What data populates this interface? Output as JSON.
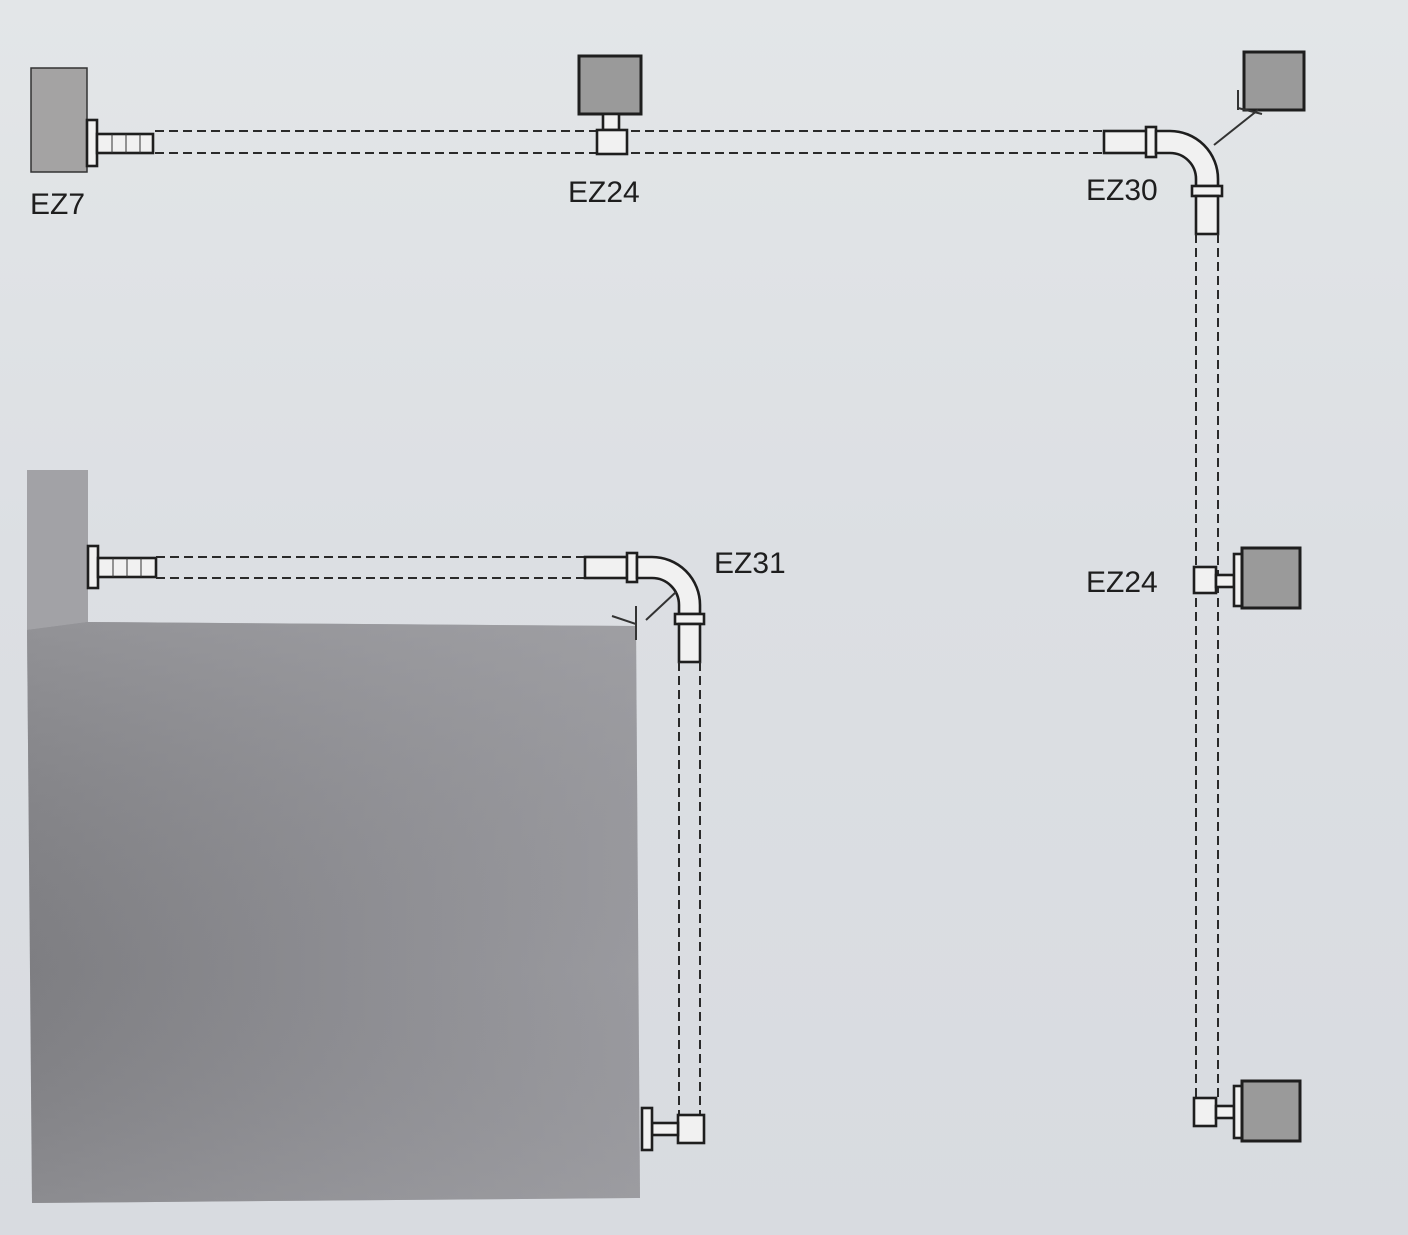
{
  "labels": {
    "ez7": "EZ7",
    "ez24_top": "EZ24",
    "ez30": "EZ30",
    "ez31": "EZ31",
    "ez24_right": "EZ24"
  },
  "colors": {
    "background": "#dfe2e5",
    "panel": "#8f8f93",
    "radiator_box": "#9a9a9a",
    "line": "#1e1e1e"
  }
}
